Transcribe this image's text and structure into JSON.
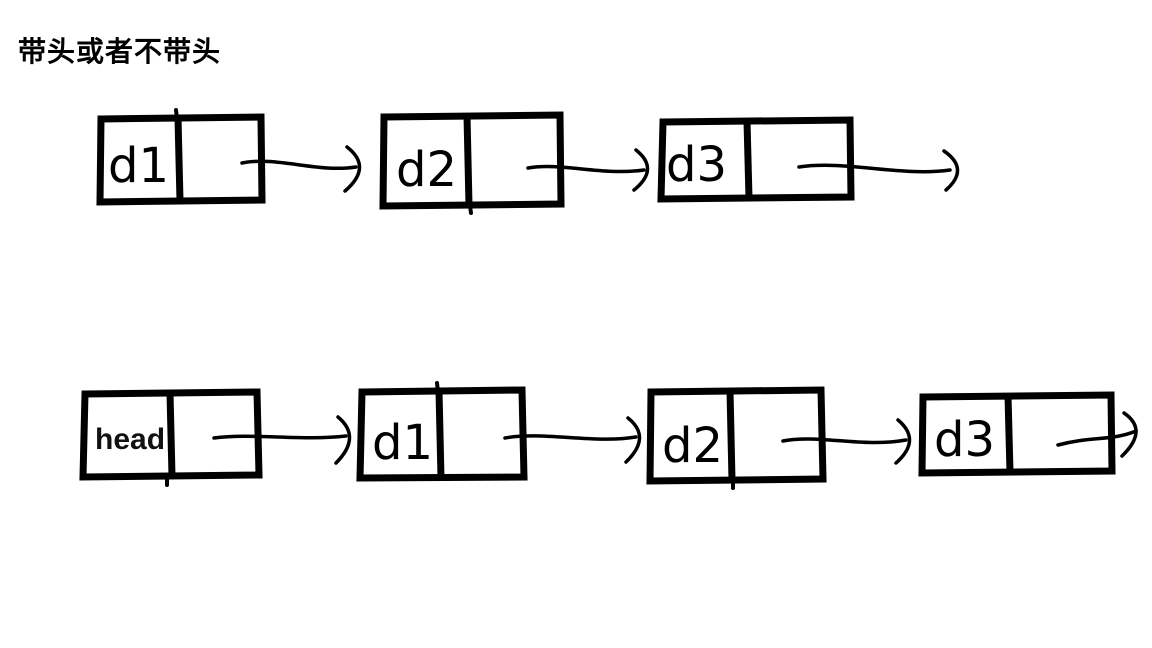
{
  "title": "带头或者不带头",
  "colors": {
    "ink": "#000000",
    "background": "#ffffff"
  },
  "lists": {
    "without_head": {
      "nodes": [
        {
          "label": "d1"
        },
        {
          "label": "d2"
        },
        {
          "label": "d3"
        }
      ]
    },
    "with_head": {
      "nodes": [
        {
          "label": "head"
        },
        {
          "label": "d1"
        },
        {
          "label": "d2"
        },
        {
          "label": "d3"
        }
      ]
    }
  }
}
